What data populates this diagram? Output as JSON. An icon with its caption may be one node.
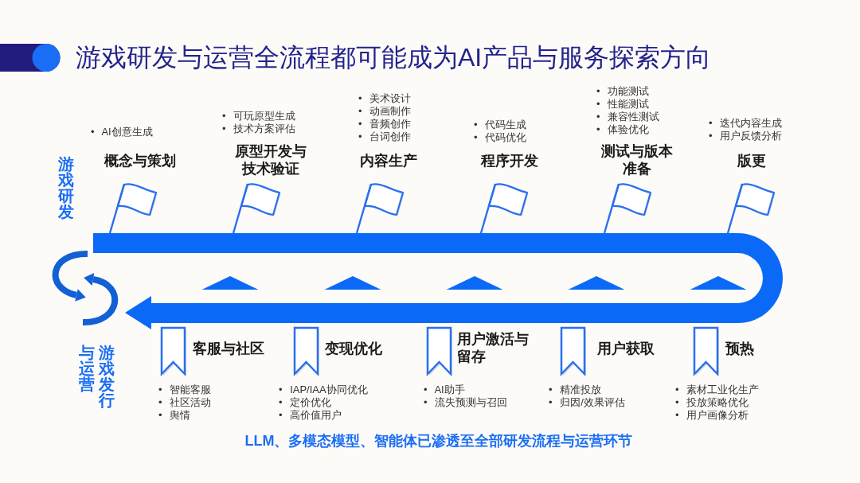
{
  "diagram": {
    "title": "游戏研发与运营全流程都可能成为AI产品与服务探索方向",
    "caption": "LLM、多模态模型、智能体已渗透至全部研发流程与运营环节",
    "nodes": [
      {
        "text": [
          "• AI创意生成",
          "概念与策划"
        ]
      },
      {
        "text": [
          "• 可玩原型生成",
          "• 技术方案评估",
          "原型开发与技术验证"
        ]
      },
      {
        "text": [
          "• 美术设计",
          "• 动画制作",
          "• 音频创作",
          "• 台词创作",
          "内容生产"
        ]
      },
      {
        "text": [
          "• 代码生成",
          "• 代码优化",
          "程序开发"
        ]
      },
      {
        "text": [
          "• 功能测试",
          "• 性能测试",
          "• 兼容性测试",
          "• 体验优化",
          "测试与版本准备"
        ]
      },
      {
        "text": [
          "• 迭代内容生成",
          "• 用户反馈分析",
          "版更"
        ]
      },
      {
        "text": [
          "客服与社区",
          "• 智能客服",
          "• 社区活动",
          "• 舆情"
        ]
      },
      {
        "text": [
          "变现优化",
          "• IAP/IAA协同优化",
          "• 定价优化",
          "• 高价值用户"
        ]
      },
      {
        "text": [
          "用户激活与留存",
          "• AI助手",
          "• 流失预测与召回"
        ]
      },
      {
        "text": [
          "用户获取",
          "• 精准投放",
          "• 归因/效果评估"
        ]
      },
      {
        "text": [
          "预热",
          "• 素材工业化生产",
          "• 投放策略优化",
          "• 用户画像分析"
        ]
      }
    ],
    "labels": [
      "游戏研发",
      "游戏发行与运营"
    ]
  }
}
